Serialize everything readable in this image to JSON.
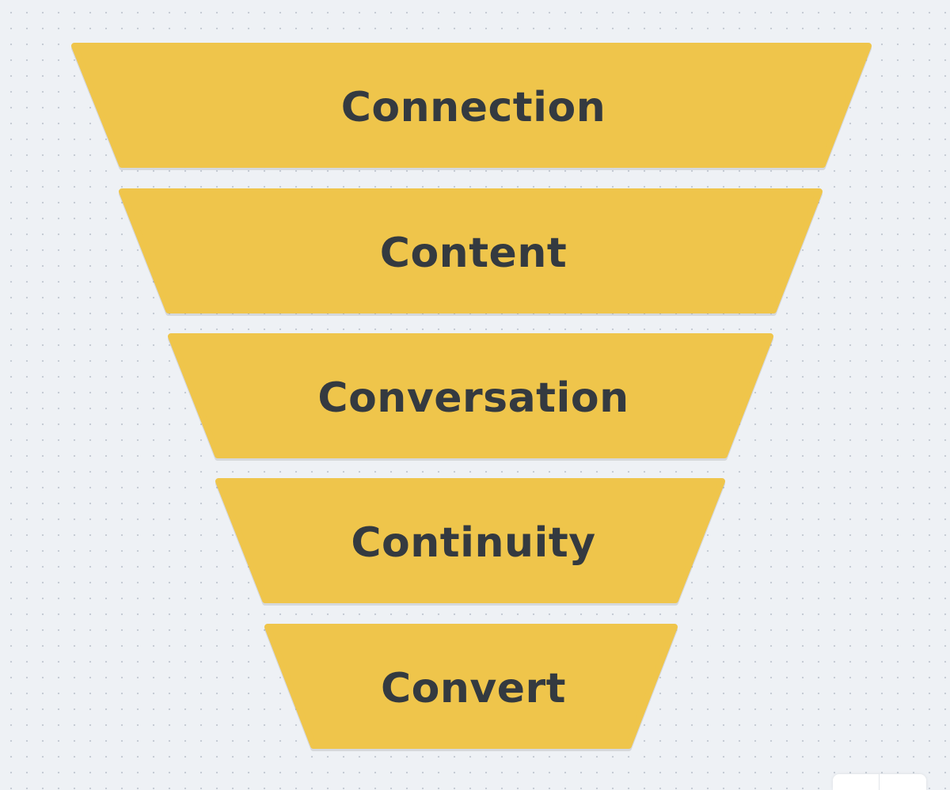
{
  "diagram": {
    "type": "funnel",
    "fill_color": "#efc54b",
    "text_color": "#343a40",
    "stages": [
      {
        "label": "Connection"
      },
      {
        "label": "Content"
      },
      {
        "label": "Conversation"
      },
      {
        "label": "Continuity"
      },
      {
        "label": "Convert"
      }
    ]
  }
}
